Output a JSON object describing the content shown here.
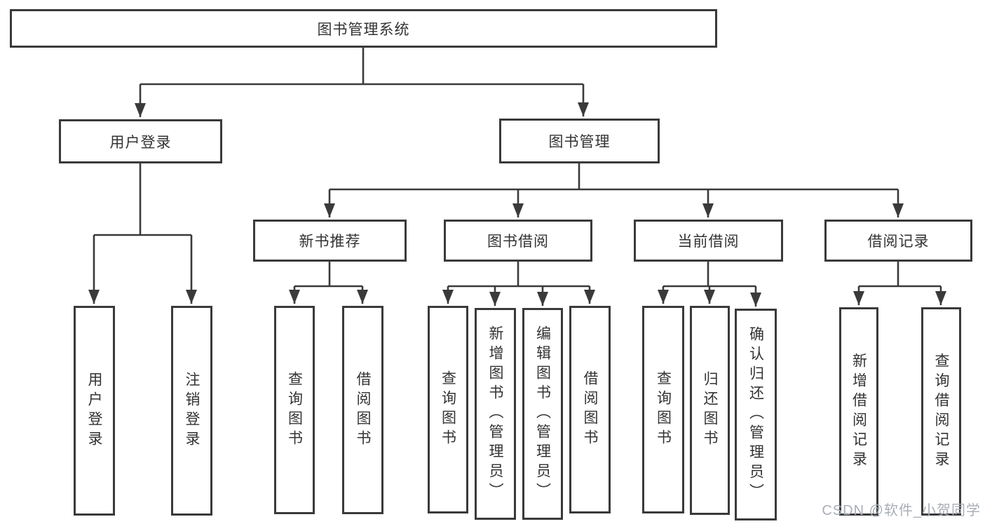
{
  "nodes": [
    {
      "id": "root",
      "label": "图书管理系统"
    },
    {
      "id": "user-login",
      "label": "用户登录"
    },
    {
      "id": "book-management",
      "label": "图书管理"
    },
    {
      "id": "new-book-recommend",
      "label": "新书推荐"
    },
    {
      "id": "book-borrowing",
      "label": "图书借阅"
    },
    {
      "id": "current-borrowing",
      "label": "当前借阅"
    },
    {
      "id": "borrowing-records",
      "label": "借阅记录"
    },
    {
      "id": "leaf-user-login",
      "label": "用户登录"
    },
    {
      "id": "leaf-logout",
      "label": "注销登录"
    },
    {
      "id": "leaf-query-books-recommend",
      "label": "查询图书"
    },
    {
      "id": "leaf-borrow-books-recommend",
      "label": "借阅图书"
    },
    {
      "id": "leaf-query-books-borrowing",
      "label": "查询图书"
    },
    {
      "id": "leaf-add-book-admin",
      "label": "新增图书（管理员）"
    },
    {
      "id": "leaf-edit-book-admin",
      "label": "编辑图书（管理员）"
    },
    {
      "id": "leaf-borrow-books-borrowing",
      "label": "借阅图书"
    },
    {
      "id": "leaf-query-books-current",
      "label": "查询图书"
    },
    {
      "id": "leaf-return-book",
      "label": "归还图书"
    },
    {
      "id": "leaf-confirm-return-admin",
      "label": "确认归还（管理员）"
    },
    {
      "id": "leaf-add-borrow-record",
      "label": "新增借阅记录"
    },
    {
      "id": "leaf-query-borrow-record",
      "label": "查询借阅记录"
    }
  ],
  "watermark": {
    "text": "CSDN @软件_小贺同学",
    "color": "#a9aeb6"
  },
  "colors": {
    "line": "#3a3a3a",
    "text": "#333333",
    "background": "#ffffff"
  }
}
